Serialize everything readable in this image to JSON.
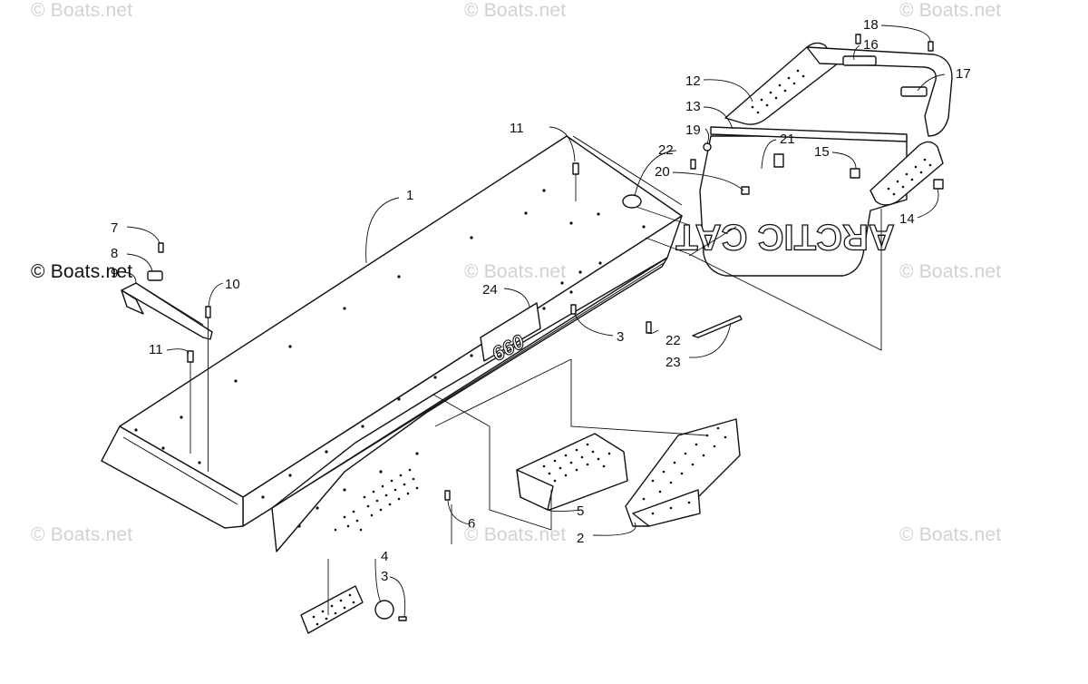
{
  "watermarks": [
    {
      "text": "© Boats.net"
    },
    {
      "text": "© Boats.net"
    },
    {
      "text": "© Boats.net"
    },
    {
      "text": "© Boats.net"
    },
    {
      "text": "© Boats.net"
    },
    {
      "text": "© Boats.net"
    },
    {
      "text": "© Boats.net"
    },
    {
      "text": "© Boats.net"
    },
    {
      "text": "© Boats.net"
    }
  ],
  "flap_logo": "ARCTIC CAT",
  "badge": "660",
  "callouts": [
    {
      "label": "1"
    },
    {
      "label": "2"
    },
    {
      "label": "3"
    },
    {
      "label": "3"
    },
    {
      "label": "4"
    },
    {
      "label": "5"
    },
    {
      "label": "6"
    },
    {
      "label": "7"
    },
    {
      "label": "8"
    },
    {
      "label": "9"
    },
    {
      "label": "10"
    },
    {
      "label": "11"
    },
    {
      "label": "11"
    },
    {
      "label": "12"
    },
    {
      "label": "13"
    },
    {
      "label": "14"
    },
    {
      "label": "15"
    },
    {
      "label": "16"
    },
    {
      "label": "17"
    },
    {
      "label": "18"
    },
    {
      "label": "19"
    },
    {
      "label": "20"
    },
    {
      "label": "21"
    },
    {
      "label": "22"
    },
    {
      "label": "22"
    },
    {
      "label": "23"
    },
    {
      "label": "24"
    }
  ]
}
